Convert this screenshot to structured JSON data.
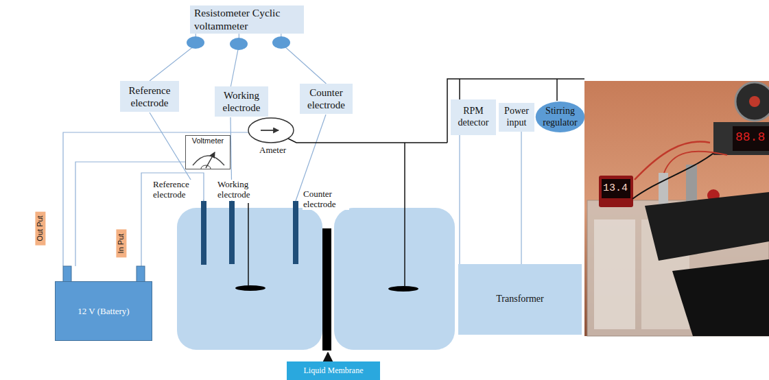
{
  "diagram": {
    "nodes": [
      {
        "text": [
          "Resistometer Cyclic voltammeter"
        ]
      },
      {
        "text": [
          "Reference electrode"
        ]
      },
      {
        "text": [
          "Working electrode"
        ]
      },
      {
        "text": [
          "Counter electrode"
        ]
      },
      {
        "text": [
          "RPM detector"
        ]
      },
      {
        "text": [
          "Power input"
        ]
      },
      {
        "text": [
          "Stirring regulator"
        ]
      },
      {
        "text": [
          "Voltmeter"
        ]
      },
      {
        "text": [
          "Out Put"
        ]
      },
      {
        "text": [
          "In Put"
        ]
      },
      {
        "text": [
          "Transformer"
        ]
      },
      {
        "text": [
          "12 V (Battery)"
        ]
      },
      {
        "text": [
          "Liquid Membrane"
        ]
      }
    ],
    "edges": [
      {
        "from": 0,
        "to": 1,
        "arrow": "none"
      },
      {
        "from": 0,
        "to": 2,
        "arrow": "none"
      },
      {
        "from": 0,
        "to": 3,
        "arrow": "none"
      },
      {
        "from": 10,
        "to": 4,
        "arrow": "none"
      },
      {
        "from": 10,
        "to": 5,
        "arrow": "none"
      }
    ],
    "labels": [
      "Ameter",
      "Reference electrode",
      "Working electrode",
      "Counter electrode",
      "13.4",
      "88.8"
    ]
  }
}
